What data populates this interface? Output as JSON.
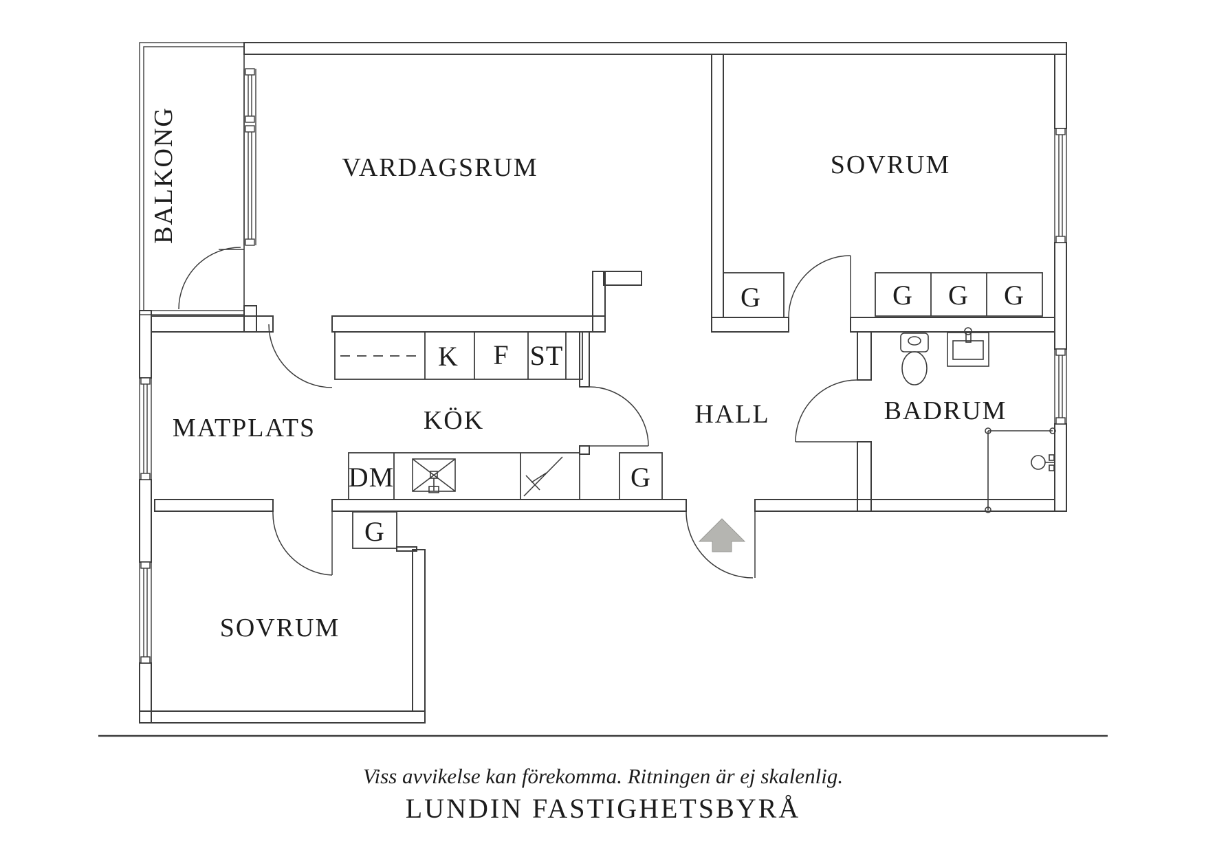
{
  "plan": {
    "rooms": {
      "balkong": "BALKONG",
      "vardagsrum": "VARDAGSRUM",
      "sovrum_top": "SOVRUM",
      "matplats": "MATPLATS",
      "kok": "KÖK",
      "hall": "HALL",
      "badrum": "BADRUM",
      "sovrum_bottom": "SOVRUM"
    },
    "fixtures": {
      "wardrobe": "G",
      "kyl": "K",
      "frys": "F",
      "stad": "ST",
      "diskmaskin": "DM"
    }
  },
  "footer": {
    "disclaimer": "Viss avvikelse kan förekomma. Ritningen är ej skalenlig.",
    "brand": "LUNDIN FASTIGHETSBYRÅ"
  },
  "colors": {
    "line": "#3c3c3c",
    "text": "#1c1c1c",
    "arrow": "#b5b5b1",
    "background": "#ffffff"
  }
}
